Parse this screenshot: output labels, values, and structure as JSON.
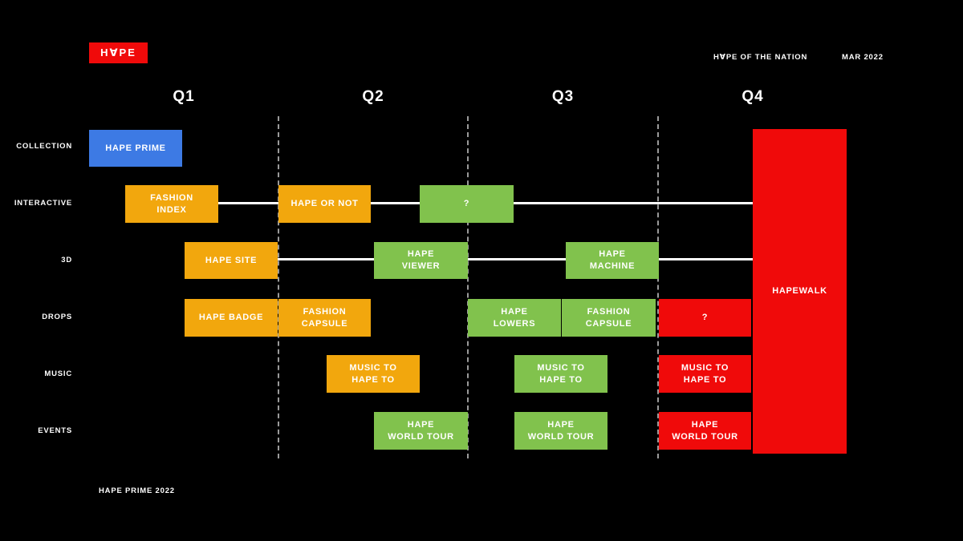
{
  "header": {
    "logo": {
      "label": "H∀PE",
      "bg": "#F00A0A"
    },
    "title": "H∀PE OF THE NATION",
    "date": "MAR 2022"
  },
  "quarters": [
    {
      "label": "Q1"
    },
    {
      "label": "Q2"
    },
    {
      "label": "Q3"
    },
    {
      "label": "Q4"
    }
  ],
  "palette": {
    "blue": "#3D7AE4",
    "orange": "#F2A70D",
    "green": "#81C24D",
    "red": "#F00A0A",
    "connector": "#FFFFFF",
    "divider": "#9A9A9A",
    "background": "#000000"
  },
  "rows": [
    {
      "label": "COLLECTION",
      "boxes": [
        {
          "label": "HAPE PRIME",
          "color": "#3D7AE4"
        }
      ]
    },
    {
      "label": "INTERACTIVE",
      "boxes": [
        {
          "label": "FASHION\nINDEX",
          "color": "#F2A70D"
        },
        {
          "label": "HAPE OR NOT",
          "color": "#F2A70D"
        },
        {
          "label": "?",
          "color": "#81C24D"
        }
      ]
    },
    {
      "label": "3D",
      "boxes": [
        {
          "label": "HAPE SITE",
          "color": "#F2A70D"
        },
        {
          "label": "HAPE\nVIEWER",
          "color": "#81C24D"
        },
        {
          "label": "HAPE\nMACHINE",
          "color": "#81C24D"
        }
      ]
    },
    {
      "label": "DROPS",
      "boxes": [
        {
          "label": "HAPE BADGE",
          "color": "#F2A70D"
        },
        {
          "label": "FASHION\nCAPSULE",
          "color": "#F2A70D"
        },
        {
          "label": "HAPE\nLOWERS",
          "color": "#81C24D"
        },
        {
          "label": "FASHION\nCAPSULE",
          "color": "#81C24D"
        },
        {
          "label": "?",
          "color": "#F00A0A"
        }
      ]
    },
    {
      "label": "MUSIC",
      "boxes": [
        {
          "label": "MUSIC TO\nHAPE TO",
          "color": "#F2A70D"
        },
        {
          "label": "MUSIC TO\nHAPE TO",
          "color": "#81C24D"
        },
        {
          "label": "MUSIC TO\nHAPE TO",
          "color": "#F00A0A"
        }
      ]
    },
    {
      "label": "EVENTS",
      "boxes": [
        {
          "label": "HAPE\nWORLD TOUR",
          "color": "#81C24D"
        },
        {
          "label": "HAPE\nWORLD TOUR",
          "color": "#81C24D"
        },
        {
          "label": "HAPE\nWORLD TOUR",
          "color": "#F00A0A"
        }
      ]
    }
  ],
  "milestone": {
    "label": "HAPEWALK",
    "color": "#F00A0A"
  },
  "footer": {
    "note": "HAPE PRIME 2022"
  }
}
